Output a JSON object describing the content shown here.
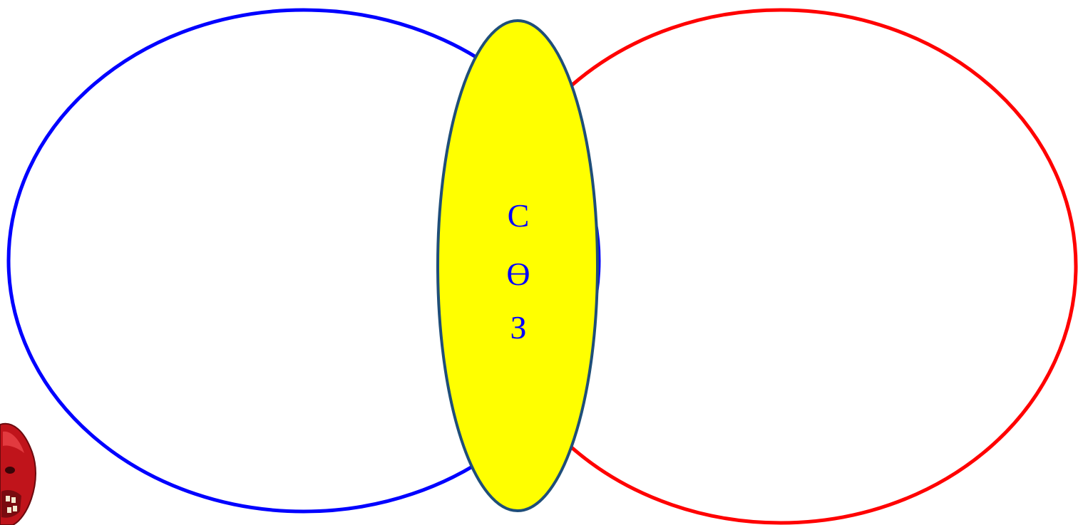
{
  "diagram": {
    "center_label": [
      "С",
      "Ө",
      "З"
    ],
    "colors": {
      "left_ellipse_stroke": "#0000ff",
      "right_ellipse_stroke": "#ff0000",
      "center_fill": "#ffff00",
      "center_stroke": "#1f4e79",
      "label_text": "#0000ff",
      "background": "#ffffff"
    },
    "decorations": [
      "red-creature-icon"
    ]
  }
}
